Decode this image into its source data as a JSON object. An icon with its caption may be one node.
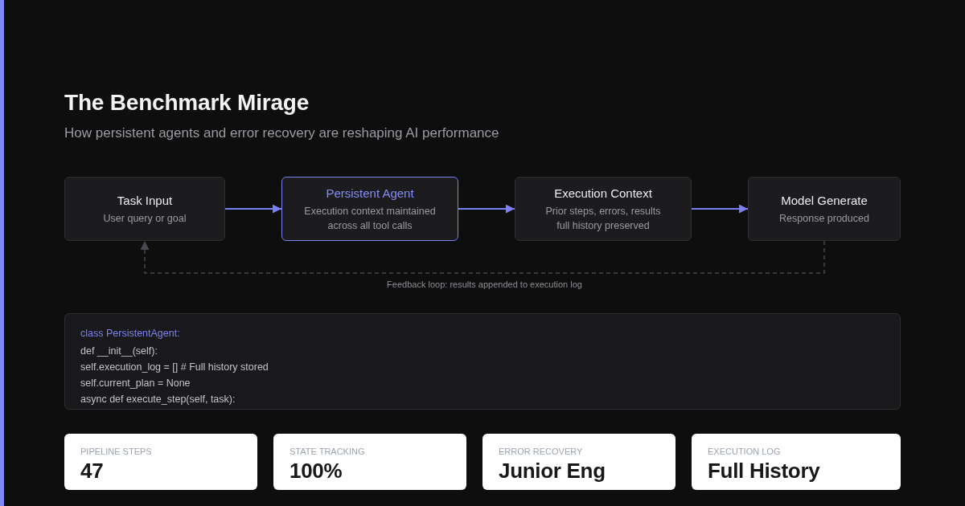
{
  "diagram": {
    "title": "The Benchmark Mirage",
    "caption": "How persistent agents and error recovery are reshaping AI performance",
    "nodes": [
      {
        "text": [
          "Task Input",
          "User query or goal"
        ]
      },
      {
        "text": [
          "Persistent Agent",
          "Execution context maintained across all tool calls"
        ]
      },
      {
        "text": [
          "Execution Context",
          "Prior steps, errors, results full history preserved"
        ]
      },
      {
        "text": [
          "Model Generate",
          "Response produced"
        ]
      },
      {
        "text": [
          "class PersistentAgent:",
          "def __init__(self):",
          "self.execution_log = [] # Full history stored",
          "self.current_plan = None",
          "async def execute_step(self, task):"
        ]
      },
      {
        "text": [
          "PIPELINE STEPS",
          "47"
        ]
      },
      {
        "text": [
          "STATE TRACKING",
          "100%"
        ]
      },
      {
        "text": [
          "ERROR RECOVERY",
          "Junior Eng"
        ]
      },
      {
        "text": [
          "EXECUTION LOG",
          "Full History"
        ]
      }
    ],
    "edges": [
      {
        "from": 0,
        "to": 1,
        "arrow": "to"
      },
      {
        "from": 1,
        "to": 2,
        "arrow": "to"
      },
      {
        "from": 2,
        "to": 3,
        "arrow": "to"
      },
      {
        "from": 3,
        "to": 0,
        "arrow": "to",
        "label": "Feedback loop: results appended to execution log",
        "style": "dashed",
        "color": "#48484e"
      }
    ]
  }
}
